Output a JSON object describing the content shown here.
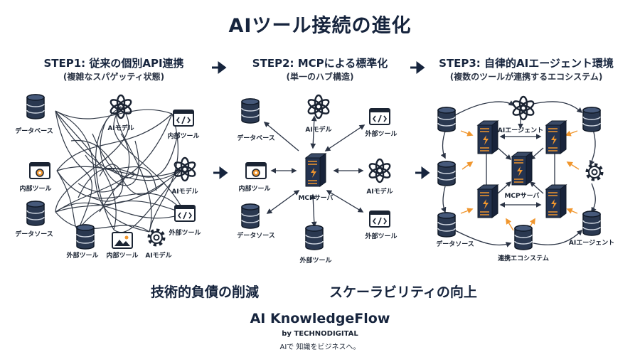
{
  "title": "AIツール接続の進化",
  "steps": [
    {
      "title": "STEP1: 従来の個別API連携",
      "subtitle": "(複雑なスパゲッティ状態)"
    },
    {
      "title": "STEP2: MCPによる標準化",
      "subtitle": "(単一のハブ構造)"
    },
    {
      "title": "STEP3: 自律的AIエージェント環境",
      "subtitle": "(複数のツールが連携するエコシステム)"
    }
  ],
  "step1_labels": [
    "データベース",
    "AIモデル",
    "内部ツール",
    "内部ツール",
    "AIモデル",
    "データソース",
    "外部ツール",
    "内部ツール",
    "AIモデル",
    "外部ツール"
  ],
  "step2_labels": [
    "データベース",
    "AIモデル",
    "外部ツール",
    "内部ツール",
    "AIモデル",
    "データソース",
    "外部ツール",
    "外部ツール",
    "MCPサーバ"
  ],
  "step3_labels": [
    "AIエージェント",
    "MCPサーバ",
    "データソース",
    "連携エコシステム",
    "AIエージェント"
  ],
  "benefits": [
    "技術的負債の削減",
    "スケーラビリティの向上"
  ],
  "brand": {
    "name": "AI KnowledgeFlow",
    "by": "by TECHNODIGITAL",
    "tagline": "AIで 知識をビジネスへ。"
  },
  "icon_names": [
    "database-icon",
    "ai-model-icon",
    "tool-window-icon",
    "gear-icon",
    "image-icon",
    "server-icon",
    "arrow-right-icon"
  ],
  "colors": {
    "navy": "#16243d",
    "server": "#1f2d44",
    "accent": "#f0962e",
    "line": "#1b2433"
  }
}
